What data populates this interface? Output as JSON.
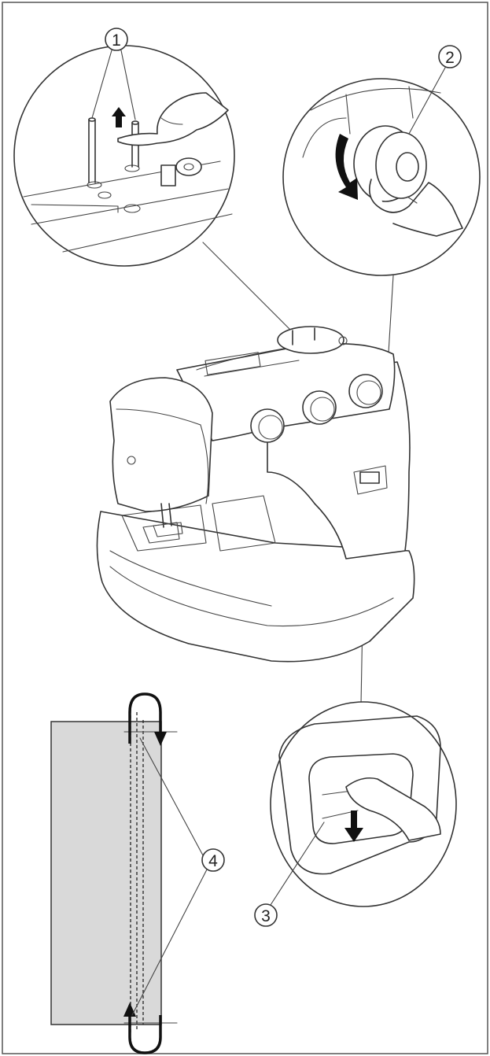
{
  "callouts": {
    "c1": "1",
    "c2": "2",
    "c3": "3",
    "c4": "4"
  },
  "colors": {
    "line": "#333333",
    "fabric": "#d9d9d9",
    "arrow": "#111111",
    "background": "#ffffff"
  },
  "icons": {
    "arrow_up": "arrow-up-icon",
    "arrow_down": "arrow-down-icon",
    "rotate": "rotate-arrow-icon"
  }
}
